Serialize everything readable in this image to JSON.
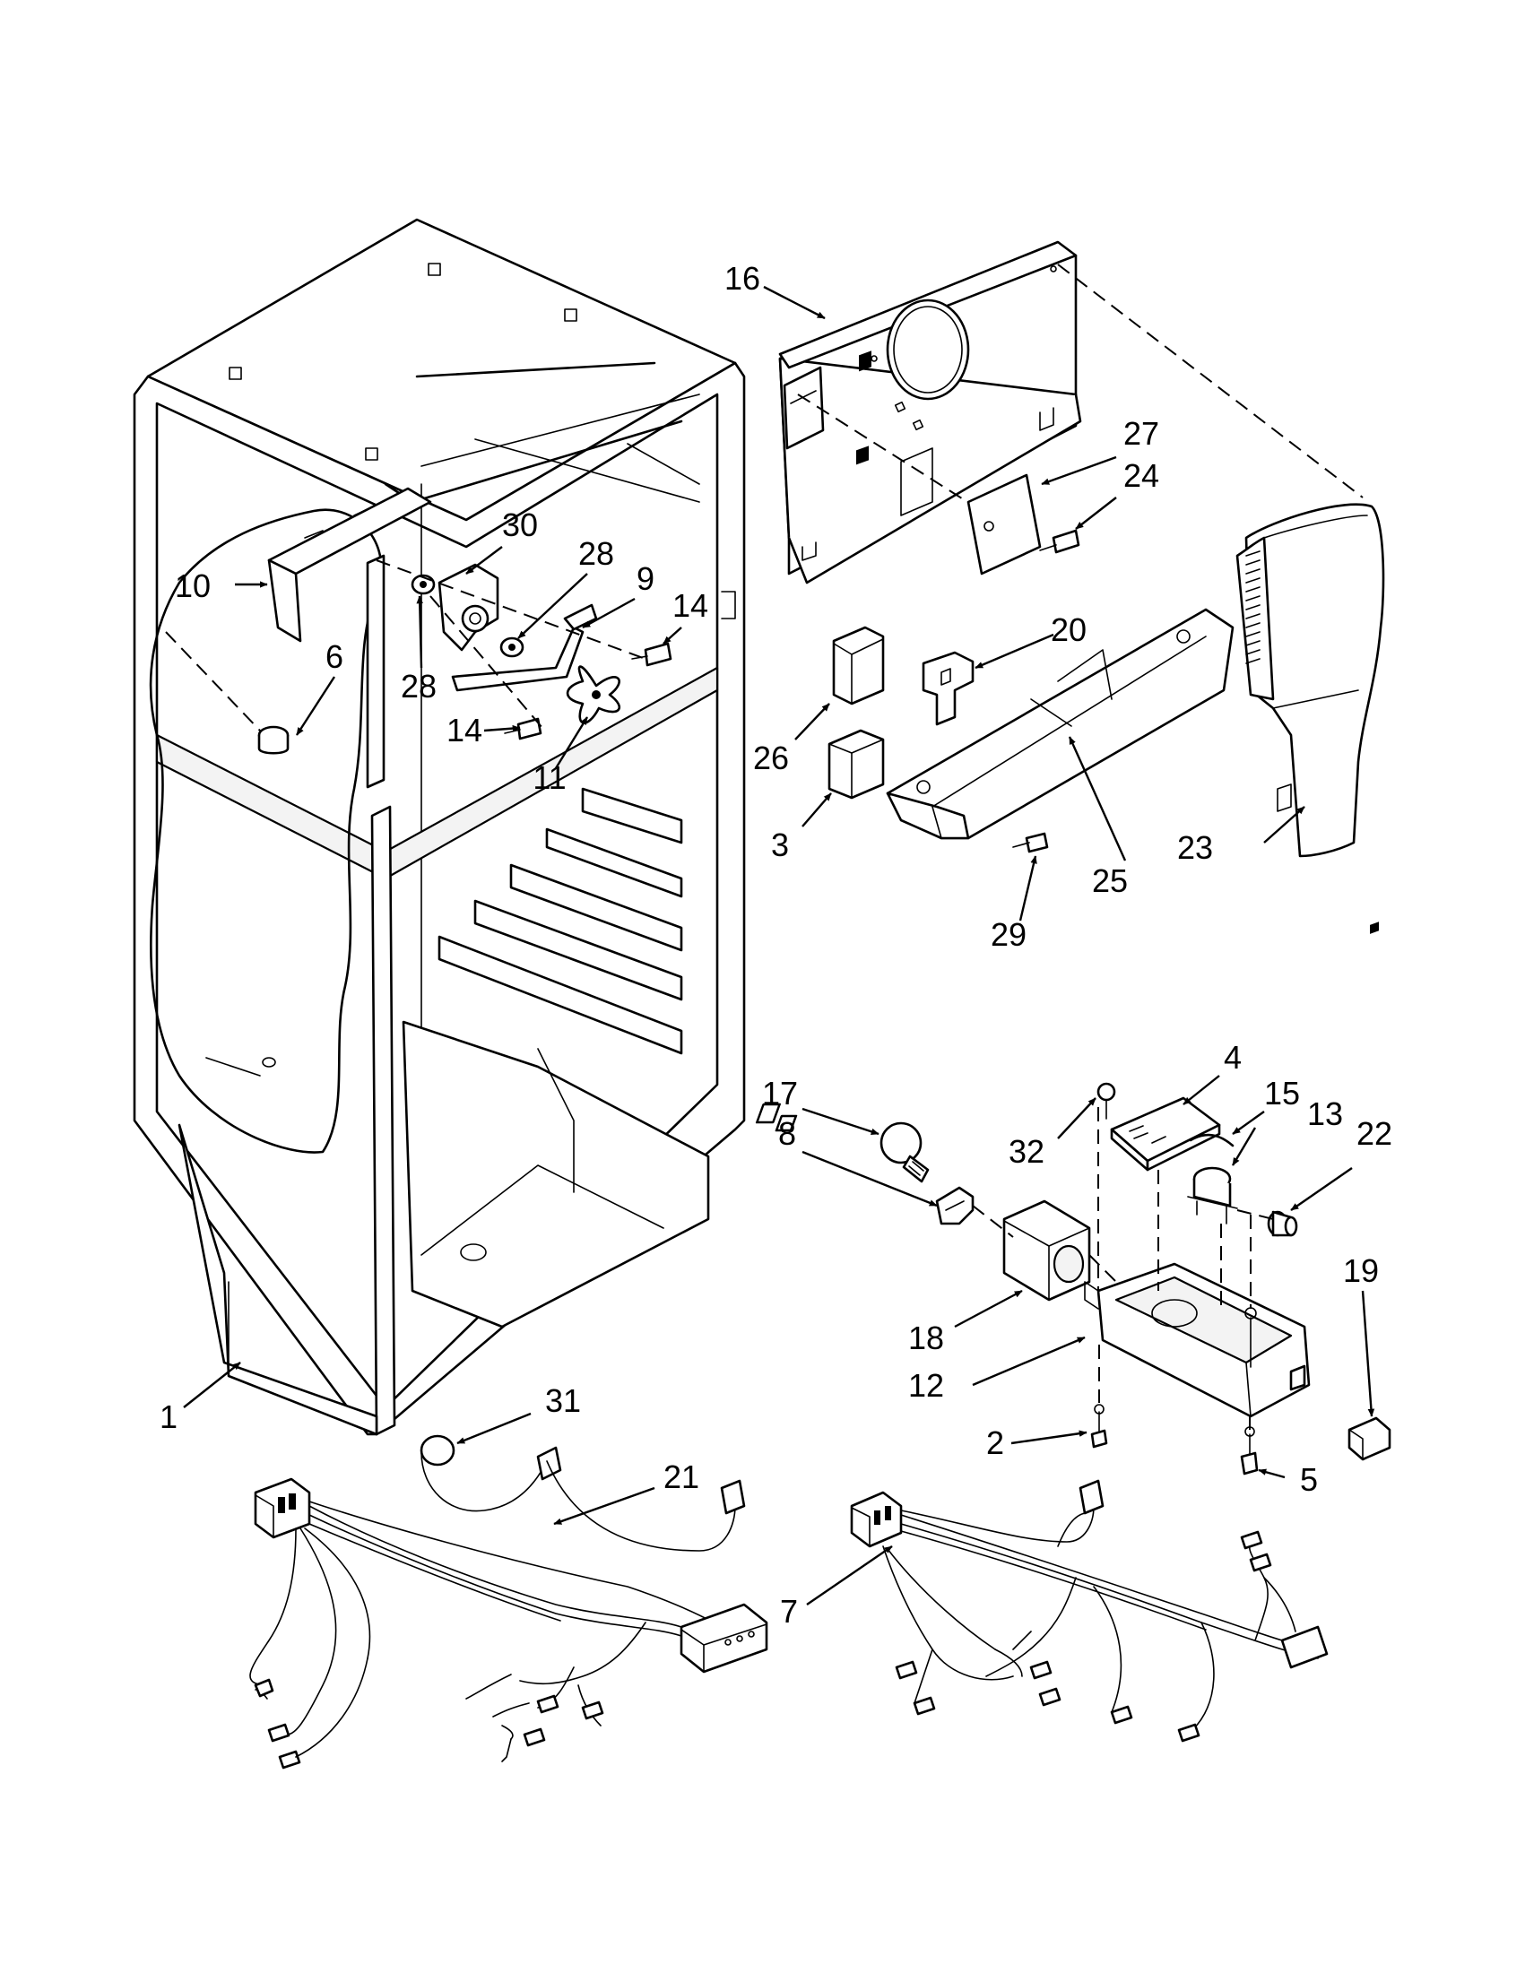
{
  "callouts": [
    {
      "id": "c1",
      "label": "1"
    },
    {
      "id": "c2",
      "label": "2"
    },
    {
      "id": "c3",
      "label": "3"
    },
    {
      "id": "c4",
      "label": "4"
    },
    {
      "id": "c5",
      "label": "5"
    },
    {
      "id": "c6",
      "label": "6"
    },
    {
      "id": "c7",
      "label": "7"
    },
    {
      "id": "c8",
      "label": "8"
    },
    {
      "id": "c9",
      "label": "9"
    },
    {
      "id": "c10",
      "label": "10"
    },
    {
      "id": "c11",
      "label": "11"
    },
    {
      "id": "c12",
      "label": "12"
    },
    {
      "id": "c13",
      "label": "13"
    },
    {
      "id": "c14a",
      "label": "14"
    },
    {
      "id": "c14b",
      "label": "14"
    },
    {
      "id": "c15",
      "label": "15"
    },
    {
      "id": "c16",
      "label": "16"
    },
    {
      "id": "c17",
      "label": "17"
    },
    {
      "id": "c18",
      "label": "18"
    },
    {
      "id": "c19",
      "label": "19"
    },
    {
      "id": "c20",
      "label": "20"
    },
    {
      "id": "c21",
      "label": "21"
    },
    {
      "id": "c22",
      "label": "22"
    },
    {
      "id": "c23",
      "label": "23"
    },
    {
      "id": "c24",
      "label": "24"
    },
    {
      "id": "c25",
      "label": "25"
    },
    {
      "id": "c26",
      "label": "26"
    },
    {
      "id": "c27",
      "label": "27"
    },
    {
      "id": "c28a",
      "label": "28"
    },
    {
      "id": "c28b",
      "label": "28"
    },
    {
      "id": "c29",
      "label": "29"
    },
    {
      "id": "c30",
      "label": "30"
    },
    {
      "id": "c31",
      "label": "31"
    },
    {
      "id": "c32",
      "label": "32"
    }
  ]
}
